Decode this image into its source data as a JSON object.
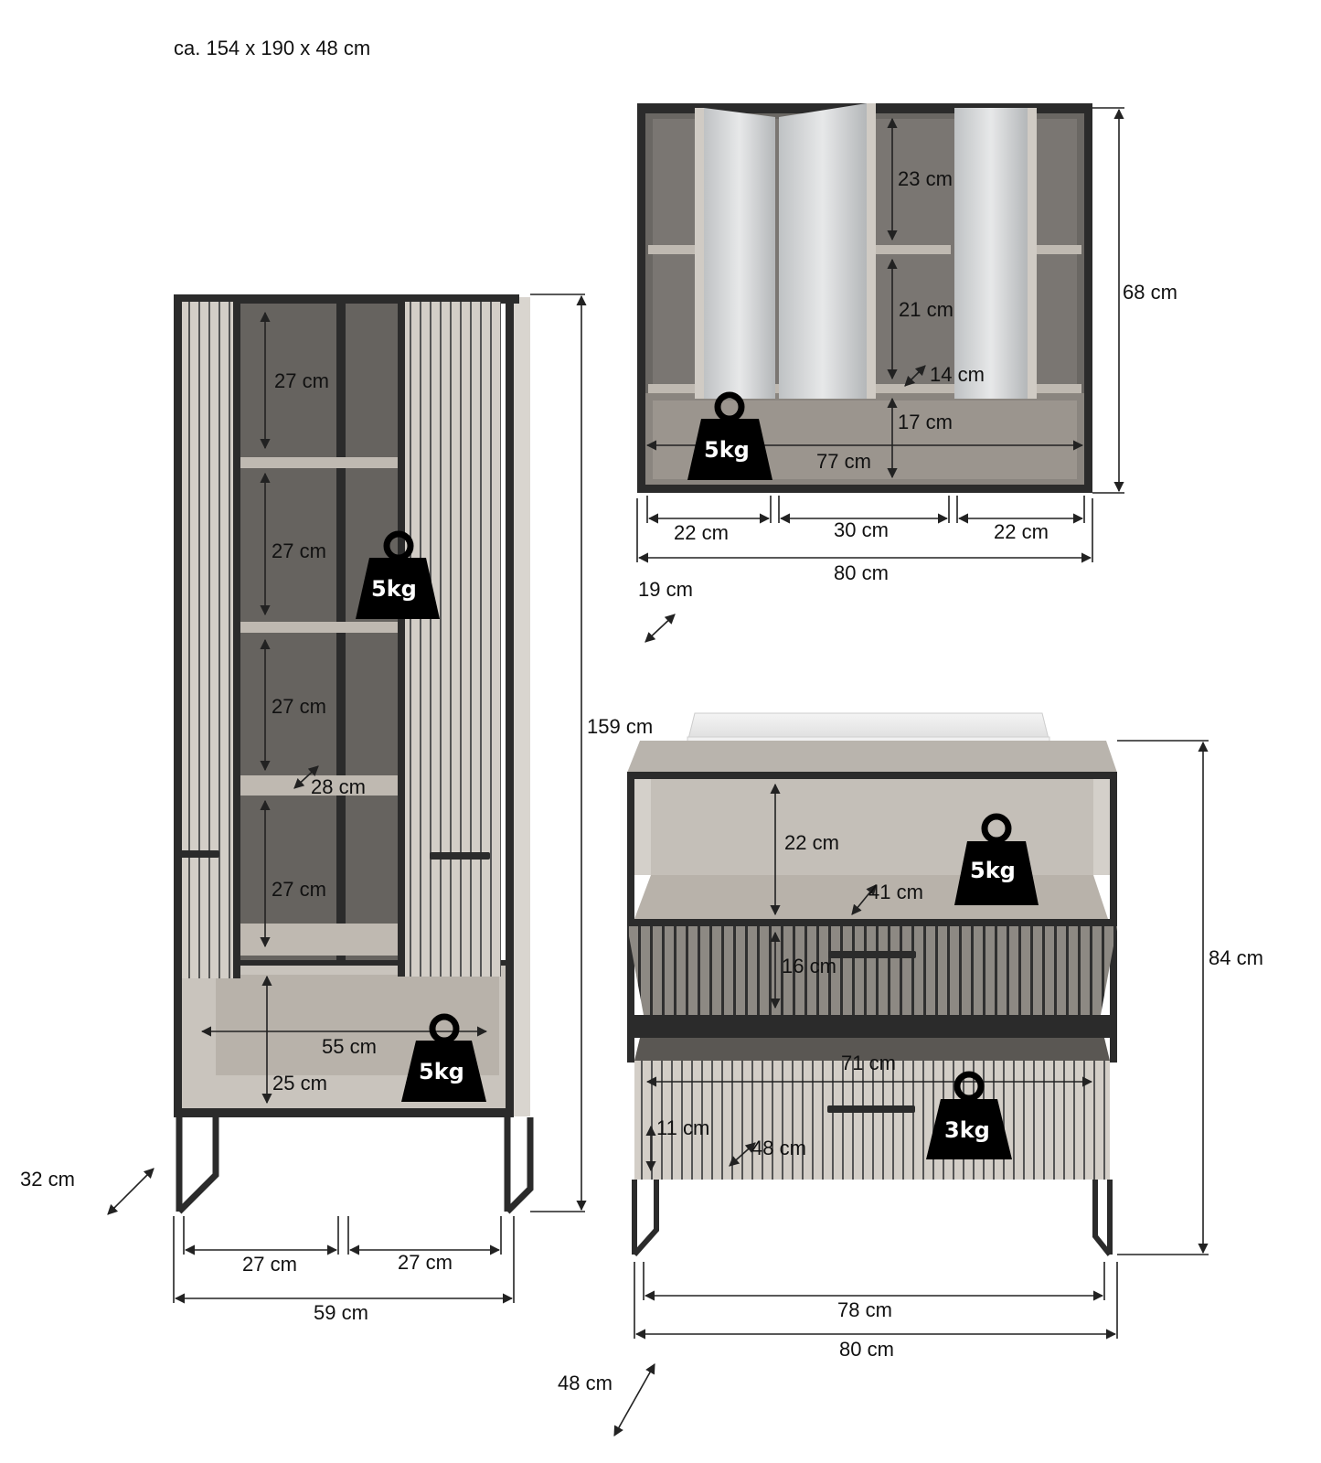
{
  "header": {
    "overall_dims": "ca. 154 x 190 x 48 cm"
  },
  "tall_cabinet": {
    "shelf_heights": [
      "27 cm",
      "27 cm",
      "27 cm",
      "27 cm"
    ],
    "shelf_depth": "28 cm",
    "bottom_width": "55 cm",
    "bottom_height": "25 cm",
    "load_upper": "5kg",
    "load_lower": "5kg",
    "total_height": "159 cm",
    "depth": "32 cm",
    "left_width": "27 cm",
    "right_width": "27 cm",
    "total_width": "59 cm"
  },
  "mirror_cabinet": {
    "upper_height": "23 cm",
    "mid_height": "21 cm",
    "shelf_depth": "14 cm",
    "bottom_height": "17 cm",
    "inner_width": "77 cm",
    "load": "5kg",
    "total_height": "68 cm",
    "left_width": "22 cm",
    "center_width": "30 cm",
    "right_width": "22 cm",
    "total_width": "80 cm",
    "depth": "19 cm"
  },
  "vanity": {
    "open_height": "22 cm",
    "open_depth": "41 cm",
    "load_open": "5kg",
    "drawer1_height": "16 cm",
    "drawer2_width": "71 cm",
    "drawer2_height": "11 cm",
    "drawer2_depth": "48 cm",
    "load_drawer": "3kg",
    "total_height": "84 cm",
    "leg_width": "78 cm",
    "total_width": "80 cm",
    "depth": "48 cm"
  }
}
